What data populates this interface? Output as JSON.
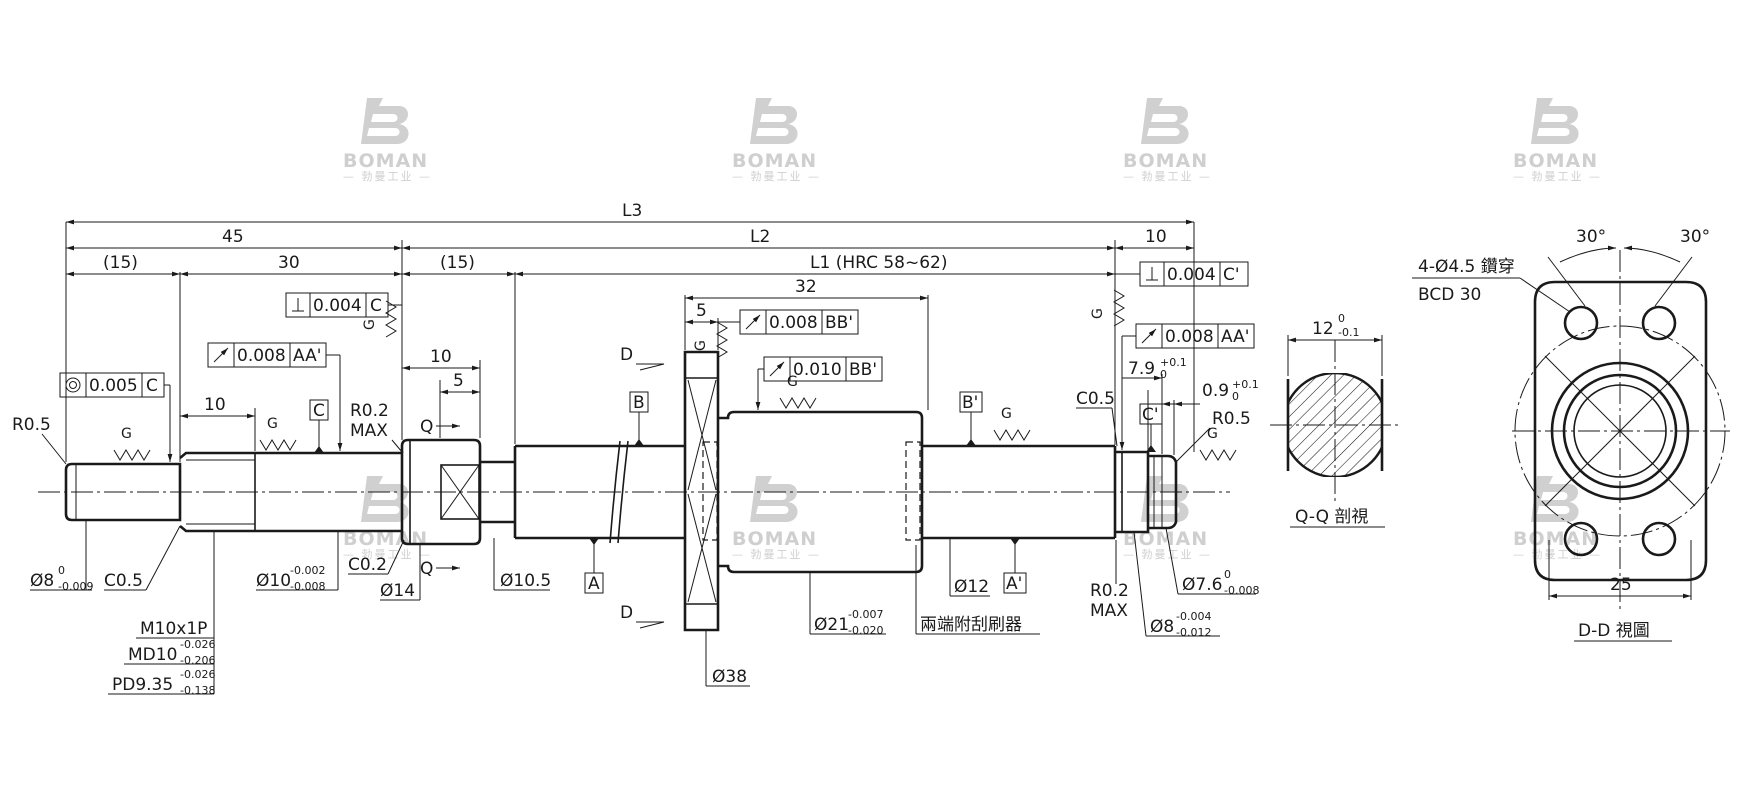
{
  "watermark": {
    "brand": "BOMAN",
    "sub": "— 勃曼工业 —"
  },
  "dims": {
    "L3": "L3",
    "L2": "L2",
    "L1": "L1 (HRC 58~62)",
    "d45": "45",
    "d15a": "(15)",
    "d30": "30",
    "d15b": "(15)",
    "d10r": "10",
    "d10a": "10",
    "d5a": "5",
    "d10b": "10",
    "d32": "32",
    "d5b": "5",
    "d12": "12",
    "d12tol_up": "0",
    "d12tol_lo": "-0.1",
    "d79": "7.9",
    "d79tol_up": "+0.1",
    "d79tol_lo": "0",
    "d09": "0.9",
    "d09tol_up": "+0.1",
    "d09tol_lo": "0",
    "d25": "25",
    "ang1": "30°",
    "ang2": "30°"
  },
  "gdt": {
    "perp1_val": "0.004",
    "perp1_ref": "C",
    "perp2_val": "0.004",
    "perp2_ref": "C'",
    "runout1_val": "0.008",
    "runout1_ref": "AA'",
    "runout2_val": "0.008",
    "runout2_ref": "BB'",
    "runout3_val": "0.010",
    "runout3_ref": "BB'",
    "runout4_val": "0.008",
    "runout4_ref": "AA'",
    "conc_val": "0.005",
    "conc_ref": "C"
  },
  "datums": {
    "A": "A",
    "Ap": "A'",
    "B": "B",
    "Bp": "B'",
    "C": "C",
    "Cp": "C'"
  },
  "labels": {
    "R05a": "R0.5",
    "R05b": "R0.5",
    "R02a": "R0.2",
    "MAXa": "MAX",
    "R02b": "R0.2",
    "MAXb": "MAX",
    "C05a": "C0.5",
    "C05b": "C0.5",
    "C02": "C0.2",
    "G": "G",
    "Q": "Q",
    "D": "D",
    "d8": "Ø8",
    "d8tol_up": "0",
    "d8tol_lo": "-0.009",
    "d10": "Ø10",
    "d10tol_up": "-0.002",
    "d10tol_lo": "-0.008",
    "d14": "Ø14",
    "d105": "Ø10.5",
    "d38": "Ø38",
    "d21": "Ø21",
    "d21tol_up": "-0.007",
    "d21tol_lo": "-0.020",
    "d12s": "Ø12",
    "d8b": "Ø8",
    "d8btol_up": "-0.004",
    "d8btol_lo": "-0.012",
    "d76": "Ø7.6",
    "d76tol_up": "0",
    "d76tol_lo": "-0.008",
    "M10": "M10x1P",
    "MD10": "MD10",
    "MD10tol_up": "-0.026",
    "MD10tol_lo": "-0.206",
    "PD": "PD9.35",
    "PDtol_up": "-0.026",
    "PDtol_lo": "-0.138",
    "wiper": "兩端附刮刷器",
    "holes": "4-Ø4.5 鑽穿",
    "bcd": "BCD 30",
    "qq": "Q-Q 剖視",
    "dd": "D-D 視圖"
  }
}
